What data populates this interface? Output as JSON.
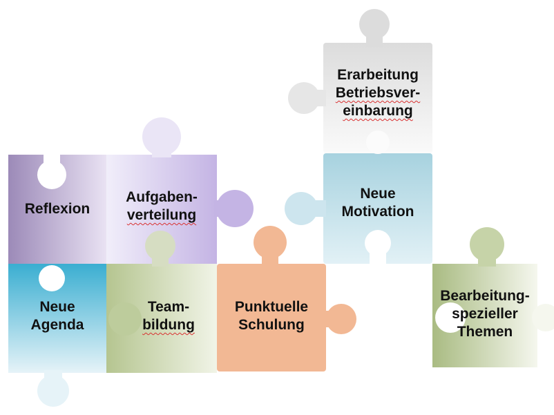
{
  "pieces": [
    {
      "id": "erarbeitung",
      "lines": [
        "Erarbeitung",
        "Betriebsver-",
        "einbarung"
      ],
      "spell": [
        false,
        true,
        true
      ],
      "colors": [
        "#dcdcdc",
        "#fafafa"
      ]
    },
    {
      "id": "motivation",
      "lines": [
        "Neue",
        "Motivation"
      ],
      "spell": [
        false,
        false
      ],
      "colors": [
        "#a7d2df",
        "#e2f1f6"
      ]
    },
    {
      "id": "reflexion",
      "lines": [
        "Reflexion"
      ],
      "spell": [
        false
      ],
      "colors": [
        "#9c8ab8",
        "#e9e2f3"
      ]
    },
    {
      "id": "aufgaben",
      "lines": [
        "Aufgaben-",
        "verteilung"
      ],
      "spell": [
        false,
        true
      ],
      "colors": [
        "#f1eefa",
        "#c4b4e4"
      ]
    },
    {
      "id": "agenda",
      "lines": [
        "Neue",
        "Agenda"
      ],
      "spell": [
        false,
        false
      ],
      "colors": [
        "#3aaed1",
        "#e6f3f8"
      ]
    },
    {
      "id": "team",
      "lines": [
        "Team-",
        "bildung"
      ],
      "spell": [
        false,
        true
      ],
      "colors": [
        "#b5c590",
        "#f1f4e7"
      ]
    },
    {
      "id": "schulung",
      "lines": [
        "Punktuelle",
        "Schulung"
      ],
      "spell": [
        false,
        false
      ],
      "colors": [
        "#f2b894",
        "#f2b894"
      ]
    },
    {
      "id": "themen",
      "lines": [
        "Bearbeitung-",
        "spezieller",
        "Themen"
      ],
      "spell": [
        false,
        false,
        false
      ],
      "colors": [
        "#a9bb82",
        "#f5f7ee"
      ]
    }
  ]
}
